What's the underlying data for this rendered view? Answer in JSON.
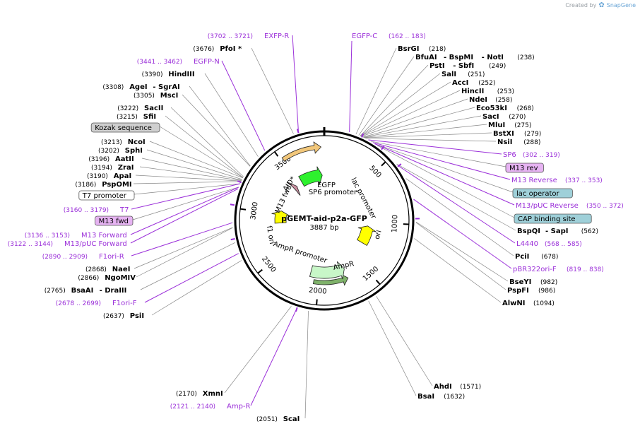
{
  "credit": {
    "prefix": "Created by",
    "brand": "SnapGene"
  },
  "plasmid": {
    "name": "pGEMT-aid-p2a-GFP",
    "length": "3887 bp"
  },
  "colors": {
    "enzyme": "#000000",
    "primer": "#9b30d9",
    "backbone": "#000000",
    "egfp": "#2ef12e",
    "ori": "#ffff00",
    "ampr": "#c8f7c8",
    "aid": "#c88fa0",
    "tag": "#f2c77a",
    "lacop": "#9fd0d9",
    "capsite": "#9fd0d9",
    "m13fwd": "#e6b3f2",
    "m13rev": "#e6b3f2",
    "kozak": "#cfcfcf",
    "t7": "#ffffff"
  },
  "ring_ticks": [
    {
      "pos": 500,
      "label": "500"
    },
    {
      "pos": 1000,
      "label": "1000"
    },
    {
      "pos": 1500,
      "label": "1500"
    },
    {
      "pos": 2000,
      "label": "2000"
    },
    {
      "pos": 2500,
      "label": "2500"
    },
    {
      "pos": 3000,
      "label": "3000"
    },
    {
      "pos": 3500,
      "label": "3500"
    }
  ],
  "features": [
    {
      "name": "EGFP",
      "start": 3560,
      "end": 3860,
      "color": "#2ef12e",
      "dir": "cw",
      "radius": 0.55,
      "labelPos": 3780
    },
    {
      "name": "ori",
      "start": 1050,
      "end": 1300,
      "color": "#ffff00",
      "dir": "ccw",
      "radius": 0.55,
      "labelPos": 1160
    },
    {
      "name": "AmpR",
      "start": 1700,
      "end": 2100,
      "color": "#c8f7c8",
      "dir": "ccw",
      "radius": 0.6,
      "labelPos": 1880
    },
    {
      "name": "f1 ori",
      "start": 2880,
      "end": 3050,
      "color": "#ffff00",
      "dir": "cw",
      "radius": 0.55,
      "labelPos": 2960
    },
    {
      "name": "AID*",
      "start": 3420,
      "end": 3470,
      "color": "#c88fa0",
      "dir": "cw",
      "radius": 0.55,
      "labelPos": 3440
    }
  ],
  "inner_labels": [
    {
      "text": "EGFP"
    },
    {
      "text": "SP6 promoter"
    },
    {
      "text": "lac promoter"
    },
    {
      "text": "AmpR promoter"
    },
    {
      "text": "AmpR"
    },
    {
      "text": "ori"
    },
    {
      "text": "f1 ori"
    },
    {
      "text": "AID*"
    },
    {
      "text": "M13 fwd"
    }
  ],
  "right_labels": [
    {
      "type": "enzyme",
      "name": "BsrGI",
      "pos": "(218)"
    },
    {
      "type": "enzyme",
      "name": "BfuAI",
      "sep": "- BspMI",
      "name2": "- NotI",
      "pos": "(238)"
    },
    {
      "type": "enzyme",
      "name": "PstI",
      "sep": "- SbfI",
      "pos": "(249)"
    },
    {
      "type": "enzyme",
      "name": "SalI",
      "pos": "(251)"
    },
    {
      "type": "enzyme",
      "name": "AccI",
      "pos": "(252)"
    },
    {
      "type": "enzyme",
      "name": "HincII",
      "pos": "(253)"
    },
    {
      "type": "enzyme",
      "name": "NdeI",
      "pos": "(258)"
    },
    {
      "type": "enzyme",
      "name": "Eco53kI",
      "pos": "(268)"
    },
    {
      "type": "enzyme",
      "name": "SacI",
      "pos": "(270)"
    },
    {
      "type": "enzyme",
      "name": "MluI",
      "pos": "(275)"
    },
    {
      "type": "enzyme",
      "name": "BstXI",
      "pos": "(279)"
    },
    {
      "type": "enzyme",
      "name": "NsiI",
      "pos": "(288)"
    },
    {
      "type": "primer",
      "name": "SP6",
      "pos": "(302 .. 319)"
    },
    {
      "type": "box",
      "name": "M13 rev",
      "box": "m13rev"
    },
    {
      "type": "primer",
      "name": "M13 Reverse",
      "pos": "(337 .. 353)"
    },
    {
      "type": "box",
      "name": "lac operator",
      "box": "lacop"
    },
    {
      "type": "primer",
      "name": "M13/pUC Reverse",
      "pos": "(350 .. 372)"
    },
    {
      "type": "box",
      "name": "CAP binding site",
      "box": "capsite"
    },
    {
      "type": "enzyme",
      "name": "BspQI",
      "sep": "- SapI",
      "pos": "(562)"
    },
    {
      "type": "primer",
      "name": "L4440",
      "pos": "(568 .. 585)"
    },
    {
      "type": "enzyme",
      "name": "PciI",
      "pos": "(678)"
    },
    {
      "type": "primer",
      "name": "pBR322ori-F",
      "pos": "(819 .. 838)"
    },
    {
      "type": "enzyme",
      "name": "BseYI",
      "pos": "(982)"
    },
    {
      "type": "enzyme",
      "name": "PspFI",
      "pos": "(986)"
    },
    {
      "type": "enzyme",
      "name": "AlwNI",
      "pos": "(1094)"
    },
    {
      "type": "enzyme",
      "name": "AhdI",
      "pos": "(1571)"
    },
    {
      "type": "enzyme",
      "name": "BsaI",
      "pos": "(1632)"
    }
  ],
  "left_labels": [
    {
      "type": "primer",
      "name": "EXFP-R",
      "pos": "(3702 .. 3721)"
    },
    {
      "type": "enzyme",
      "name": "PfoI *",
      "pos": "(3676)"
    },
    {
      "type": "primer",
      "name": "EGFP-N",
      "pos": "(3441 .. 3462)"
    },
    {
      "type": "enzyme",
      "name": "HindIII",
      "pos": "(3390)"
    },
    {
      "type": "enzyme",
      "name": "AgeI",
      "sep": "- SgrAI",
      "pos": "(3308)"
    },
    {
      "type": "enzyme",
      "name": "MscI",
      "pos": "(3305)"
    },
    {
      "type": "enzyme",
      "name": "SacII",
      "pos": "(3222)"
    },
    {
      "type": "enzyme",
      "name": "SfiI",
      "pos": "(3215)"
    },
    {
      "type": "box",
      "name": "Kozak sequence",
      "box": "kozak"
    },
    {
      "type": "enzyme",
      "name": "NcoI",
      "pos": "(3213)"
    },
    {
      "type": "enzyme",
      "name": "SphI",
      "pos": "(3202)"
    },
    {
      "type": "enzyme",
      "name": "AatII",
      "pos": "(3196)"
    },
    {
      "type": "enzyme",
      "name": "ZraI",
      "pos": "(3194)"
    },
    {
      "type": "enzyme",
      "name": "ApaI",
      "pos": "(3190)"
    },
    {
      "type": "enzyme",
      "name": "PspOMI",
      "pos": "(3186)"
    },
    {
      "type": "box",
      "name": "T7 promoter",
      "box": "t7"
    },
    {
      "type": "primer",
      "name": "T7",
      "pos": "(3160 .. 3179)"
    },
    {
      "type": "box",
      "name": "M13 fwd",
      "box": "m13fwd"
    },
    {
      "type": "primer",
      "name": "M13 Forward",
      "pos": "(3136 .. 3153)"
    },
    {
      "type": "primer",
      "name": "M13/pUC Forward",
      "pos": "(3122 .. 3144)"
    },
    {
      "type": "primer",
      "name": "F1ori-R",
      "pos": "(2890 .. 2909)"
    },
    {
      "type": "enzyme",
      "name": "NaeI",
      "pos": "(2868)"
    },
    {
      "type": "enzyme",
      "name": "NgoMIV",
      "pos": "(2866)"
    },
    {
      "type": "enzyme",
      "name": "BsaAI",
      "sep": "- DraIII",
      "pos": "(2765)"
    },
    {
      "type": "primer",
      "name": "F1ori-F",
      "pos": "(2678 .. 2699)"
    },
    {
      "type": "enzyme",
      "name": "PsiI",
      "pos": "(2637)"
    },
    {
      "type": "enzyme",
      "name": "XmnI",
      "pos": "(2170)"
    },
    {
      "type": "primer",
      "name": "Amp-R",
      "pos": "(2121 .. 2140)"
    },
    {
      "type": "enzyme",
      "name": "ScaI",
      "pos": "(2051)"
    }
  ],
  "top_labels": [
    {
      "type": "primer",
      "name": "EGFP-C",
      "pos": "(162 .. 183)"
    }
  ]
}
